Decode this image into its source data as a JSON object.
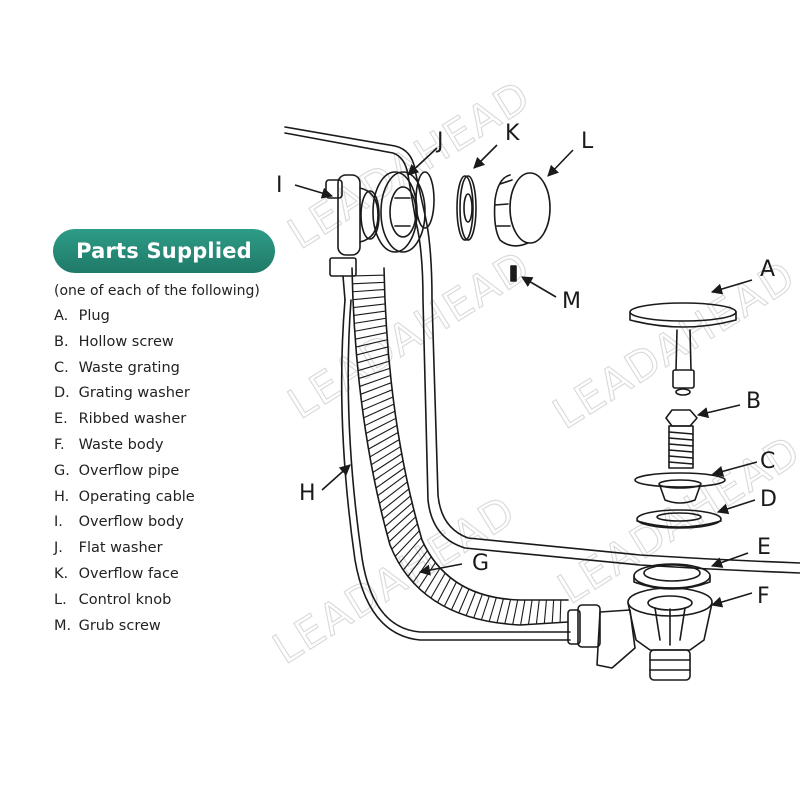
{
  "header": {
    "title": "Parts Supplied",
    "subtitle": "(one of each of the following)"
  },
  "parts": [
    {
      "key": "A.",
      "name": "Plug"
    },
    {
      "key": "B.",
      "name": "Hollow screw"
    },
    {
      "key": "C.",
      "name": "Waste grating"
    },
    {
      "key": "D.",
      "name": "Grating washer"
    },
    {
      "key": "E.",
      "name": "Ribbed washer"
    },
    {
      "key": "F.",
      "name": "Waste body"
    },
    {
      "key": "G.",
      "name": "Overflow pipe"
    },
    {
      "key": "H.",
      "name": "Operating cable"
    },
    {
      "key": "I.",
      "name": "Overflow body"
    },
    {
      "key": "J.",
      "name": "Flat washer"
    },
    {
      "key": "K.",
      "name": "Overflow face"
    },
    {
      "key": "L.",
      "name": "Control knob"
    },
    {
      "key": "M.",
      "name": "Grub screw"
    }
  ],
  "callouts": {
    "A": "A",
    "B": "B",
    "C": "C",
    "D": "D",
    "E": "E",
    "F": "F",
    "G": "G",
    "H": "H",
    "I": "I",
    "J": "J",
    "K": "K",
    "L": "L",
    "M": "M"
  },
  "watermark": "LEADAHEAD",
  "colors": {
    "badge": "#23846f",
    "line": "#1a1a1a",
    "watermark": "#d9d9d9"
  }
}
